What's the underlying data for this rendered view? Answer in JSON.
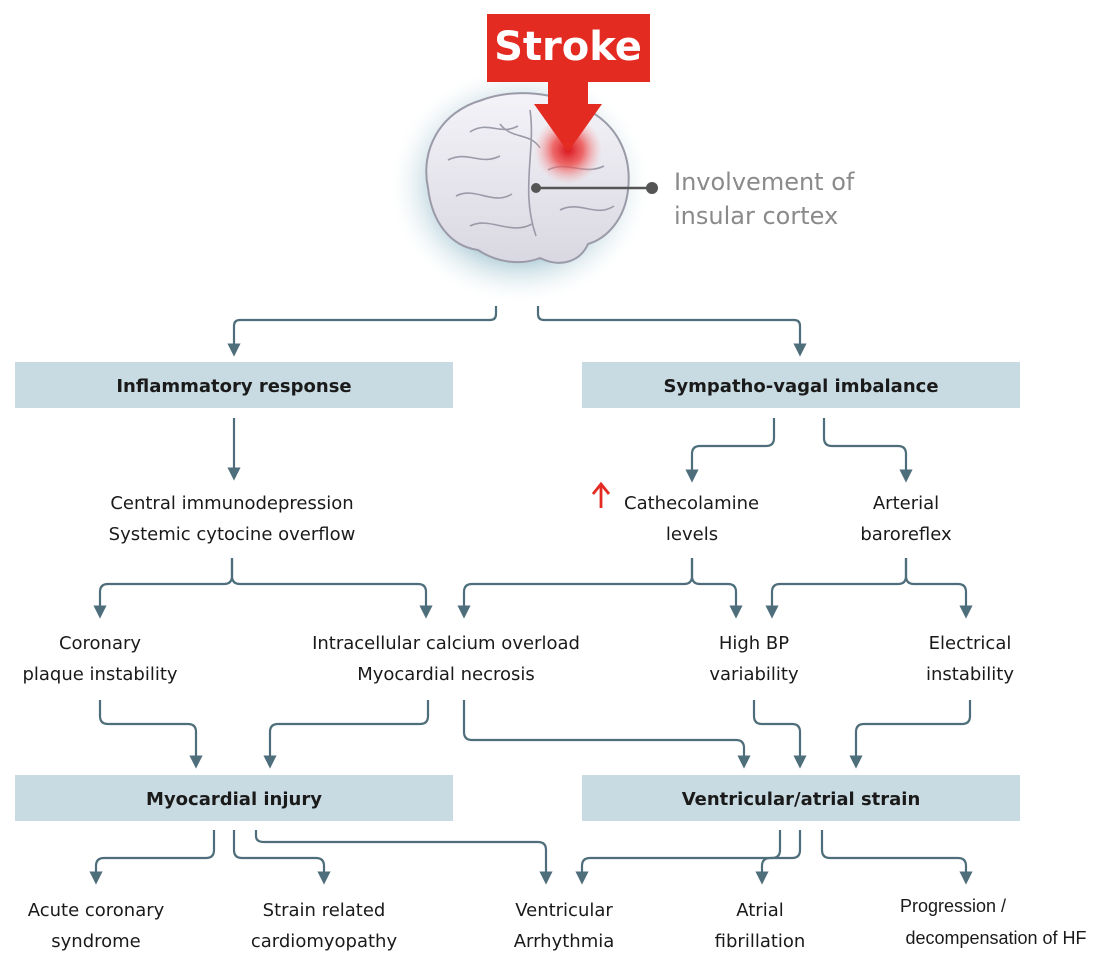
{
  "title": "Stroke",
  "insular_label": [
    "Involvement of",
    "insular cortex"
  ],
  "boxes": {
    "inflammatory": "Inflammatory response",
    "sympatho": "Sympatho-vagal imbalance",
    "myocardial": "Myocardial injury",
    "ventricular": "Ventricular/atrial strain"
  },
  "nodes": {
    "central": [
      "Central immunodepression",
      "Systemic cytocine overflow"
    ],
    "cathecolamine": [
      "Cathecolamine",
      "levels"
    ],
    "cathecolamine_indicator": "increase",
    "arterial": [
      "Arterial",
      "baroreflex"
    ],
    "coronary": [
      "Coronary",
      "plaque instability"
    ],
    "calcium": [
      "Intracellular calcium overload",
      "Myocardial necrosis"
    ],
    "highbp": [
      "High BP",
      "variability"
    ],
    "electrical": [
      "Electrical",
      "instability"
    ],
    "acs": [
      "Acute coronary",
      "syndrome"
    ],
    "strain_cm": [
      "Strain related",
      "cardiomyopathy"
    ],
    "varrhythmia": [
      "Ventricular",
      "Arrhythmia"
    ],
    "afib": [
      "Atrial",
      "fibrillation"
    ],
    "hf": [
      "Progression /",
      "decompensation of HF"
    ]
  },
  "colors": {
    "box_fill": "#c9dbe2",
    "connector": "#4f6e7c",
    "stroke_banner": "#e32b22",
    "increase_arrow": "#e32b22",
    "gray_text": "#8a8a8a"
  }
}
